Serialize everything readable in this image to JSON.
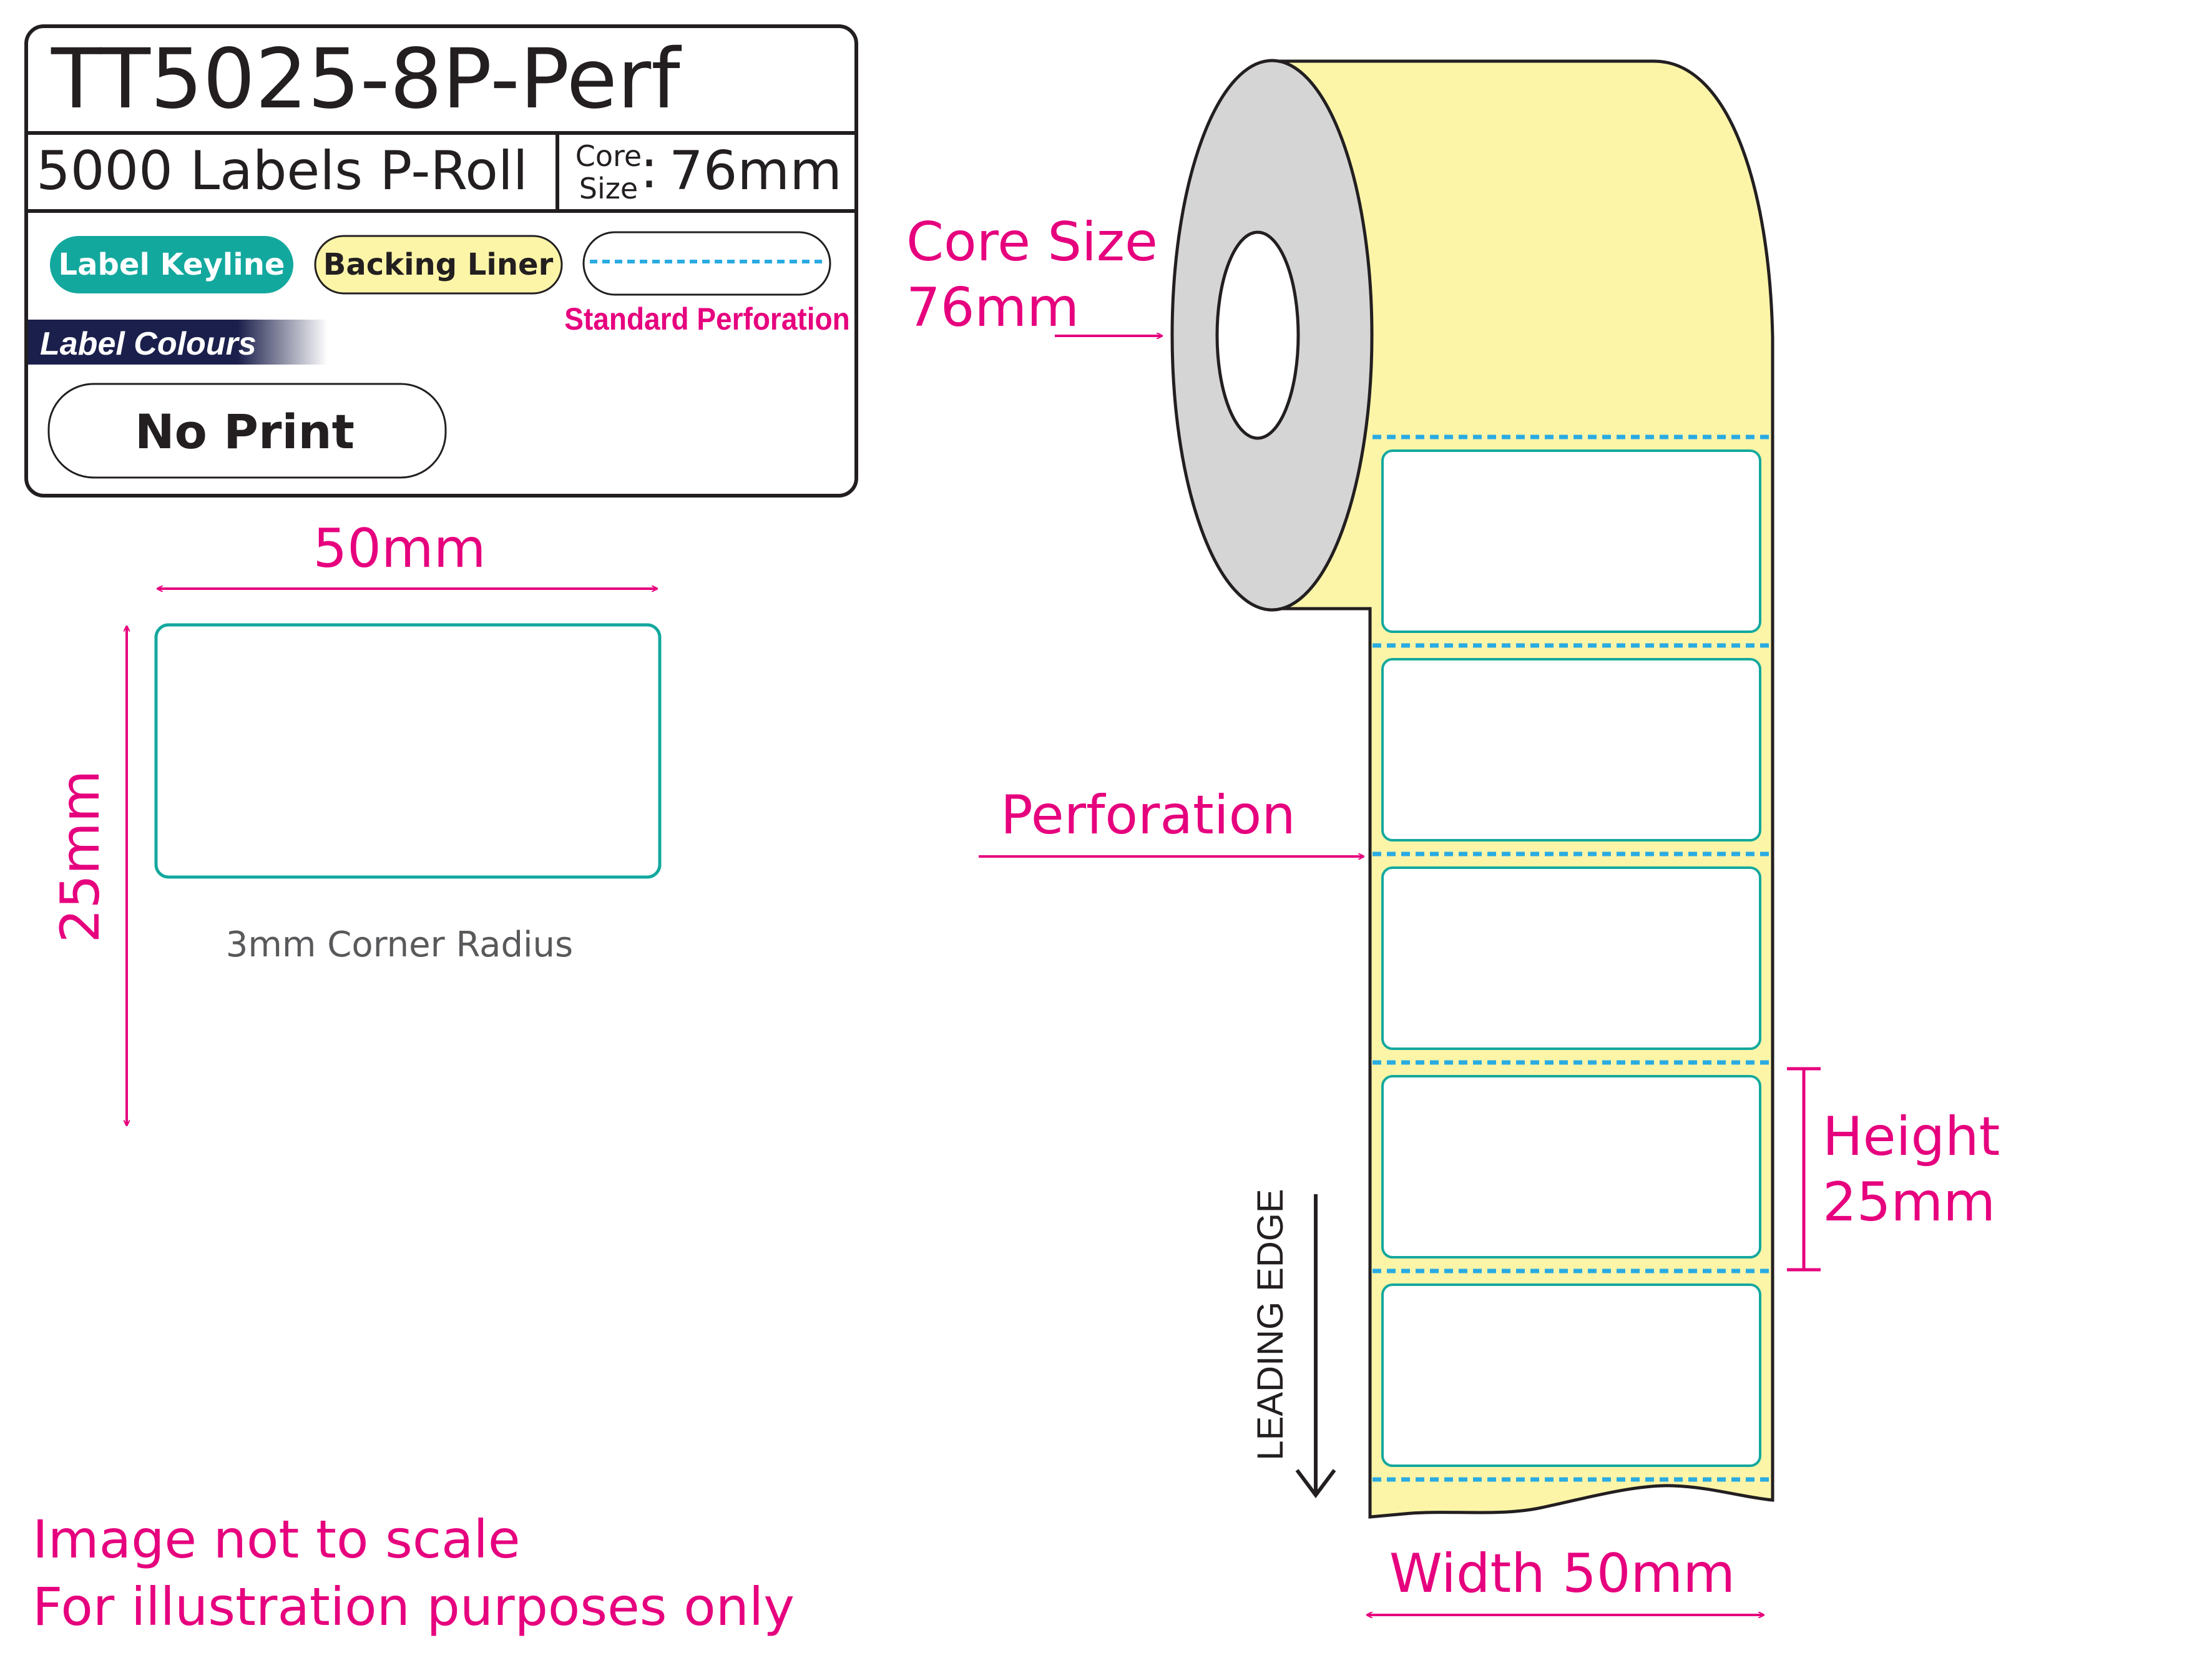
{
  "info_box": {
    "product_code": "TT5025-8P-Perf",
    "labels_per_roll": "5000 Labels P-Roll",
    "core_label_line1": "Core",
    "core_label_line2": "Size",
    "core_colon": ":",
    "core_value": "76mm",
    "legend_keyline": "Label Keyline",
    "legend_liner": "Backing Liner",
    "legend_perforation": "Standard Perforation",
    "label_colours_heading": "Label Colours",
    "print_option": "No Print"
  },
  "label_detail": {
    "width": "50mm",
    "height": "25mm",
    "corner_radius": "3mm Corner Radius"
  },
  "roll": {
    "core_size_line1": "Core Size",
    "core_size_line2": "76mm",
    "perforation": "Perforation",
    "height_line1": "Height",
    "height_line2": "25mm",
    "leading_edge": "LEADING EDGE",
    "width": "Width 50mm",
    "label_count": 5
  },
  "notes": {
    "line1": "Image not to scale",
    "line2": "For illustration purposes only"
  },
  "colors": {
    "magenta": "#e6007e",
    "keyline": "#13a89e",
    "liner": "#fcf5a8",
    "perforation": "#29abe2",
    "core": "#d5d5d5",
    "navy": "#1b1f4b"
  }
}
